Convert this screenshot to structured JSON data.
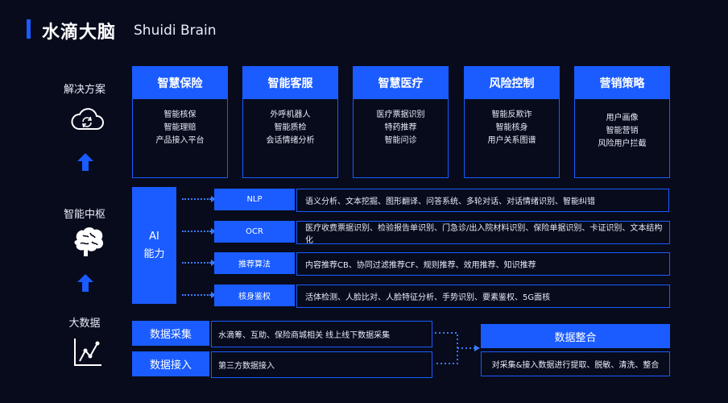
{
  "header": {
    "title_cn": "水滴大脑",
    "title_en": "Shuidi Brain"
  },
  "sections": {
    "solutions": "解决方案",
    "middle": "智能中枢",
    "data": "大数据"
  },
  "solutions": [
    {
      "title": "智慧保险",
      "items": [
        "智能核保",
        "智能理赔",
        "产品接入平台"
      ]
    },
    {
      "title": "智能客服",
      "items": [
        "外呼机器人",
        "智能质检",
        "会话情绪分析"
      ]
    },
    {
      "title": "智慧医疗",
      "items": [
        "医疗票据识别",
        "特药推荐",
        "智能问诊"
      ]
    },
    {
      "title": "风险控制",
      "items": [
        "智能反欺诈",
        "智能核身",
        "用户关系图谱"
      ]
    },
    {
      "title": "营销策略",
      "items": [
        "用户画像",
        "智能营销",
        "风险用户拦截"
      ]
    }
  ],
  "ai": {
    "line1": "AI",
    "line2": "能力"
  },
  "capabilities": [
    {
      "name": "NLP",
      "desc": "语义分析、文本挖掘、图形翻译、问答系统、多轮对话、对话情绪识别、智能纠错"
    },
    {
      "name": "OCR",
      "desc": "医疗收费票据识别、检验报告单识别、门急诊/出入院材料识别、保险单据识别、卡证识别、文本结构化"
    },
    {
      "name": "推荐算法",
      "desc": "内容推荐CB、协同过滤推荐CF、规则推荐、效用推荐、知识推荐"
    },
    {
      "name": "核身鉴权",
      "desc": "活体检测、人脸比对、人脸特征分析、手势识别、要素鉴权、5G面核"
    }
  ],
  "data_sources": [
    {
      "name": "数据采集",
      "desc": "水滴筹、互助、保险商城相关 线上线下数据采集"
    },
    {
      "name": "数据接入",
      "desc": "第三方数据接入"
    }
  ],
  "integration": {
    "title": "数据整合",
    "desc": "对采集&接入数据进行提取、脱敏、清洗、整合"
  },
  "colors": {
    "background": "#070b1c",
    "accent": "#1a5cff",
    "arrow": "#3a7bff"
  },
  "icons": {
    "solutions": "cloud-sync-icon",
    "middle": "brain-icon",
    "data": "line-chart-icon",
    "up": "up-arrow-icon"
  }
}
